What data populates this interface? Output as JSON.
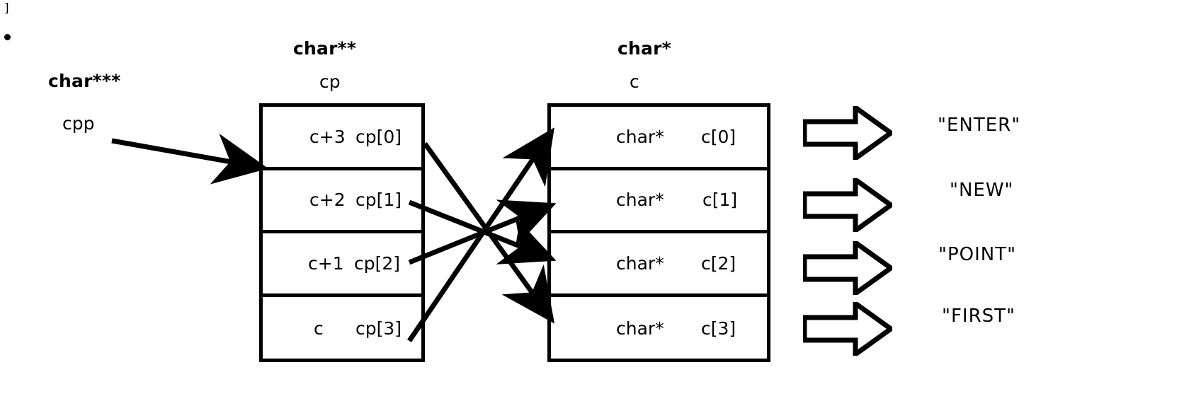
{
  "stray": {
    "bracket": "]",
    "bullet": "bullet-dot"
  },
  "cpp_block": {
    "type_caption": "char***",
    "var_name": "cpp"
  },
  "cp_block": {
    "type_caption": "char**",
    "var_name": "cp",
    "rows": [
      {
        "value": "c+3",
        "index": "cp[0]"
      },
      {
        "value": "c+2",
        "index": "cp[1]"
      },
      {
        "value": "c+1",
        "index": "cp[2]"
      },
      {
        "value": "c",
        "index": "cp[3]"
      }
    ]
  },
  "c_block": {
    "type_caption": "char*",
    "var_name": "c",
    "rows": [
      {
        "value": "char*",
        "index": "c[0]"
      },
      {
        "value": "char*",
        "index": "c[1]"
      },
      {
        "value": "char*",
        "index": "c[2]"
      },
      {
        "value": "char*",
        "index": "c[3]"
      }
    ]
  },
  "strings": [
    {
      "arrow": "block-arrow-right-icon",
      "label": "\"ENTER\""
    },
    {
      "arrow": "block-arrow-right-icon",
      "label": "\"NEW\""
    },
    {
      "arrow": "block-arrow-right-icon",
      "label": "\"POINT\""
    },
    {
      "arrow": "block-arrow-right-icon",
      "label": "\"FIRST\""
    }
  ],
  "colors": {
    "ink": "#000000",
    "paper": "#ffffff"
  }
}
